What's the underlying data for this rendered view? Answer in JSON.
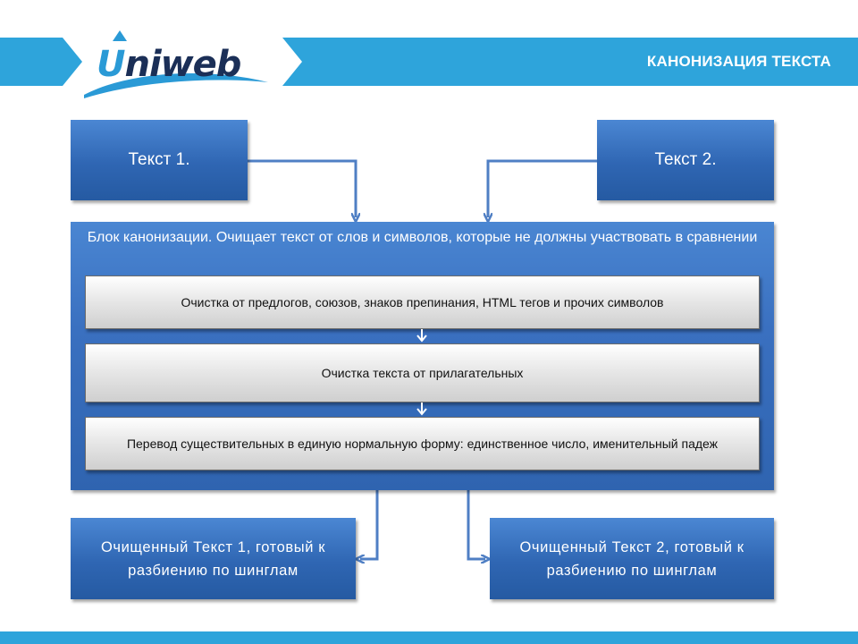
{
  "header": {
    "logo_text_first": "U",
    "logo_text_rest": "niweb",
    "title": "КАНОНИЗАЦИЯ ТЕКСТА"
  },
  "inputs": {
    "text1": "Текст 1.",
    "text2": "Текст 2."
  },
  "canonization_block": {
    "caption": "Блок канонизации. Очищает текст от слов и символов, которые не должны участвовать в сравнении",
    "steps": [
      "Очистка от предлогов, союзов, знаков препинания, HTML тегов и прочих символов",
      "Очистка текста от прилагательных",
      "Перевод существительных в единую нормальную форму: единственное число, именительный падеж"
    ]
  },
  "outputs": {
    "cleaned1": "Очищенный Текст 1, готовый к разбиению  по шинглам",
    "cleaned2": "Очищенный Текст 2, готовый к разбиению  по шинглам"
  },
  "colors": {
    "accent": "#2ea4db",
    "box_blue": "#3a70c0",
    "connector": "#4f7fc4",
    "logo_dark": "#1b2f57"
  }
}
